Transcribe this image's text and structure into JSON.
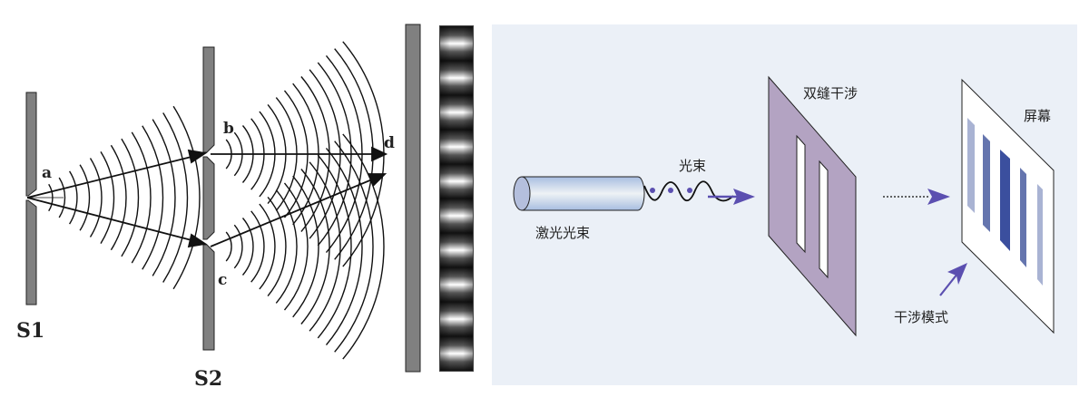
{
  "left_diagram": {
    "labels": {
      "a": "a",
      "b": "b",
      "c": "c",
      "d": "d",
      "s1": "S1",
      "s2": "S2"
    },
    "colors": {
      "barrier": "#808080",
      "line": "#111111"
    }
  },
  "right_diagram": {
    "labels": {
      "laser": "激光光束",
      "beam": "光束",
      "double_slit": "双缝干涉",
      "screen": "屏幕",
      "pattern": "干涉模式"
    },
    "colors": {
      "background": "#ebf0f7",
      "slit_plate": "#b3a3c2",
      "arrow": "#5b4fb0",
      "fringe_dark": "#3b4f9e",
      "fringe_mid": "#6575ae",
      "fringe_light": "#a9b3d3"
    }
  }
}
